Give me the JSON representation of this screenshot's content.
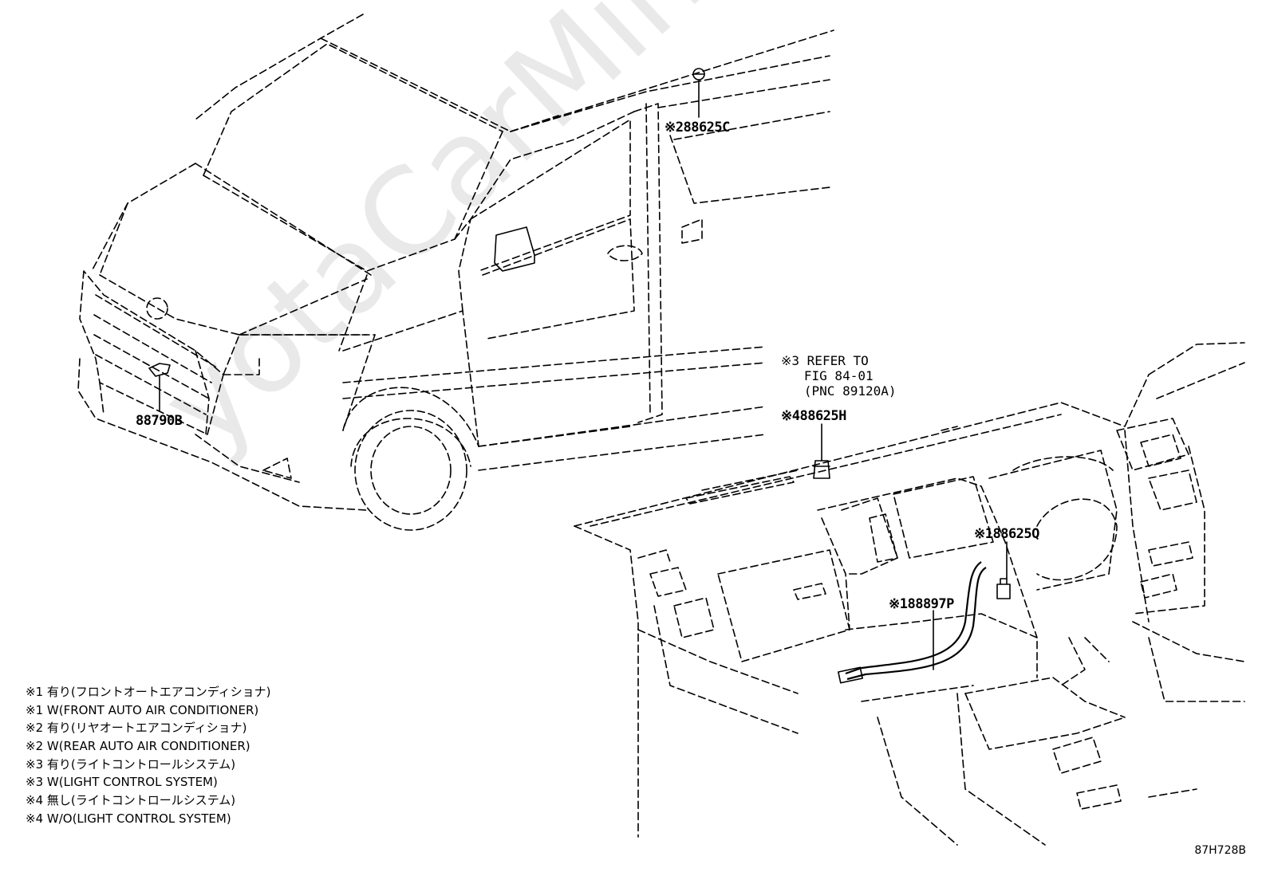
{
  "watermark": "yotaCarMine.ru",
  "parts": {
    "roof_sensor": "※288625C",
    "front_sensor": "88790B",
    "dash_sensor": "※488625H",
    "ac_sensor": "※188625Q",
    "aspirator_hose": "※188897P"
  },
  "reference_note": "※3 REFER TO\n   FIG 84-01\n   (PNC 89120A)",
  "legend": [
    "※1 有り(フロントオートエアコンディショナ)",
    "※1 W(FRONT AUTO AIR CONDITIONER)",
    "※2 有り(リヤオートエアコンディショナ)",
    "※2 W(REAR AUTO AIR CONDITIONER)",
    "※3 有り(ライトコントロールシステム)",
    "※3 W(LIGHT CONTROL SYSTEM)",
    "※4 無し(ライトコントロールシステム)",
    "※4 W/O(LIGHT CONTROL SYSTEM)"
  ],
  "diagram_code": "87H728B"
}
